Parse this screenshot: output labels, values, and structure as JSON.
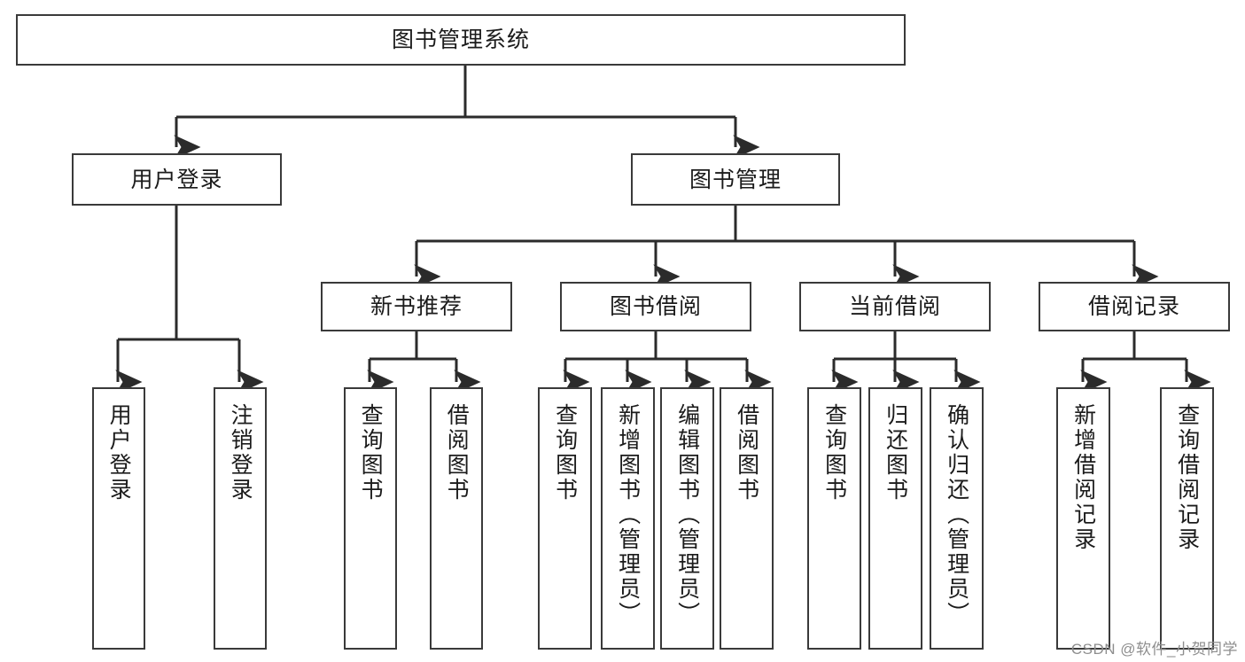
{
  "diagram": {
    "title": "图书管理系统",
    "watermark": "CSDN @软件_小贺同学",
    "colors": {
      "box_border": "#3a3a3a",
      "line": "#2b2b2b",
      "background": "#ffffff",
      "watermark": "#8e8e8e"
    },
    "root": {
      "label": "图书管理系统"
    },
    "level2": [
      {
        "label": "用户登录"
      },
      {
        "label": "图书管理"
      }
    ],
    "level3": [
      {
        "label": "新书推荐"
      },
      {
        "label": "图书借阅"
      },
      {
        "label": "当前借阅"
      },
      {
        "label": "借阅记录"
      }
    ],
    "leaves": {
      "user_login": [
        {
          "label": "用户登录"
        },
        {
          "label": "注销登录"
        }
      ],
      "new_book_recommend": [
        {
          "label": "查询图书"
        },
        {
          "label": "借阅图书"
        }
      ],
      "book_borrow": [
        {
          "label": "查询图书"
        },
        {
          "label": "新增图书（管理员）"
        },
        {
          "label": "编辑图书（管理员）"
        },
        {
          "label": "借阅图书"
        }
      ],
      "current_borrow": [
        {
          "label": "查询图书"
        },
        {
          "label": "归还图书"
        },
        {
          "label": "确认归还（管理员）"
        }
      ],
      "borrow_record": [
        {
          "label": "新增借阅记录"
        },
        {
          "label": "查询借阅记录"
        }
      ]
    }
  }
}
